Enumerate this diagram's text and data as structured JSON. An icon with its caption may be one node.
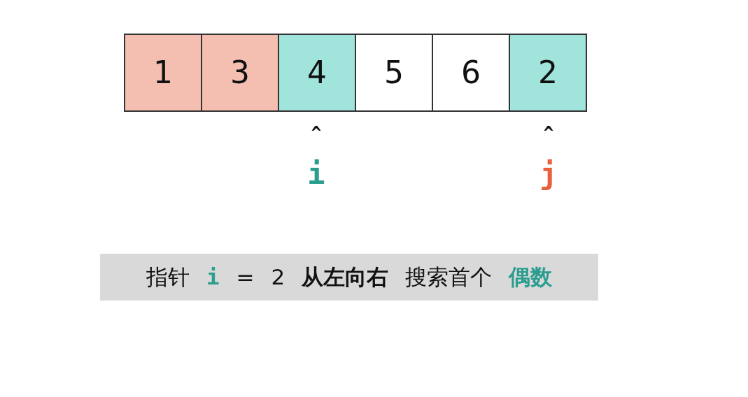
{
  "diagram": {
    "nodes": [
      {
        "text": [
          "1"
        ]
      },
      {
        "text": [
          "3"
        ]
      },
      {
        "text": [
          "4"
        ]
      },
      {
        "text": [
          "5"
        ]
      },
      {
        "text": [
          "6"
        ]
      },
      {
        "text": [
          "2"
        ]
      },
      {
        "text": [
          "指针 **i** = 2 **从左向右** 搜索首个 **偶数**"
        ]
      }
    ],
    "labels": [
      "^",
      "^",
      "i",
      "j"
    ]
  }
}
